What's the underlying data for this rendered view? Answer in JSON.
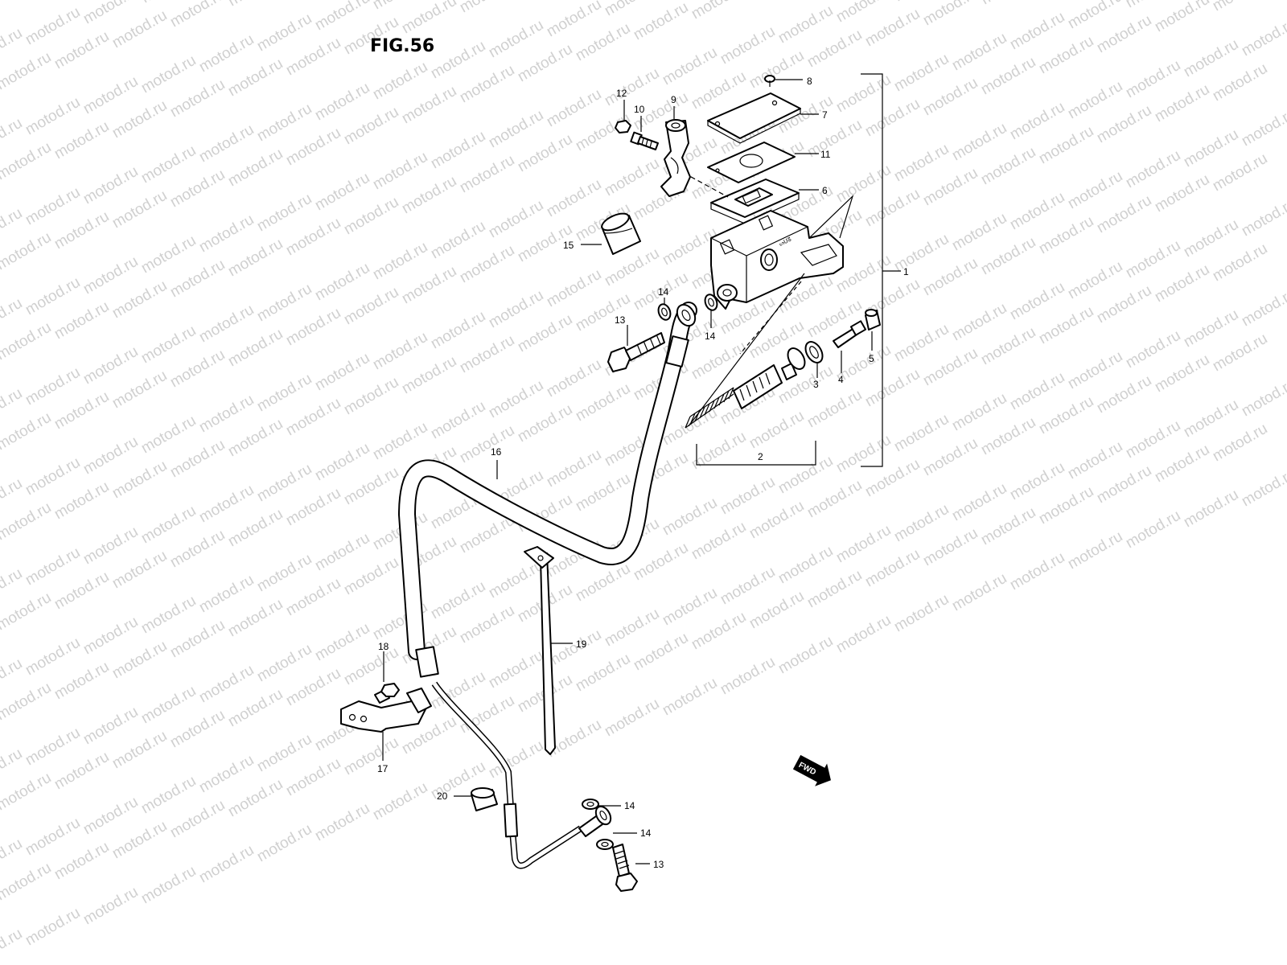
{
  "figure": {
    "title": "FIG.56"
  },
  "watermark": {
    "text": "motod.ru",
    "color": "#d0d0d0"
  },
  "direction_badge": {
    "text": "FWD"
  },
  "callouts": [
    {
      "id": "c1",
      "label": "1"
    },
    {
      "id": "c2",
      "label": "2"
    },
    {
      "id": "c3",
      "label": "3"
    },
    {
      "id": "c4",
      "label": "4"
    },
    {
      "id": "c5",
      "label": "5"
    },
    {
      "id": "c6",
      "label": "6"
    },
    {
      "id": "c7",
      "label": "7"
    },
    {
      "id": "c8",
      "label": "8"
    },
    {
      "id": "c9",
      "label": "9"
    },
    {
      "id": "c10",
      "label": "10"
    },
    {
      "id": "c11",
      "label": "11"
    },
    {
      "id": "c12",
      "label": "12"
    },
    {
      "id": "c13a",
      "label": "13"
    },
    {
      "id": "c13b",
      "label": "13"
    },
    {
      "id": "c14a",
      "label": "14"
    },
    {
      "id": "c14b",
      "label": "14"
    },
    {
      "id": "c14c",
      "label": "14"
    },
    {
      "id": "c14d",
      "label": "14"
    },
    {
      "id": "c15",
      "label": "15"
    },
    {
      "id": "c16",
      "label": "16"
    },
    {
      "id": "c17",
      "label": "17"
    },
    {
      "id": "c18",
      "label": "18"
    },
    {
      "id": "c19",
      "label": "19"
    },
    {
      "id": "c20",
      "label": "20"
    }
  ]
}
